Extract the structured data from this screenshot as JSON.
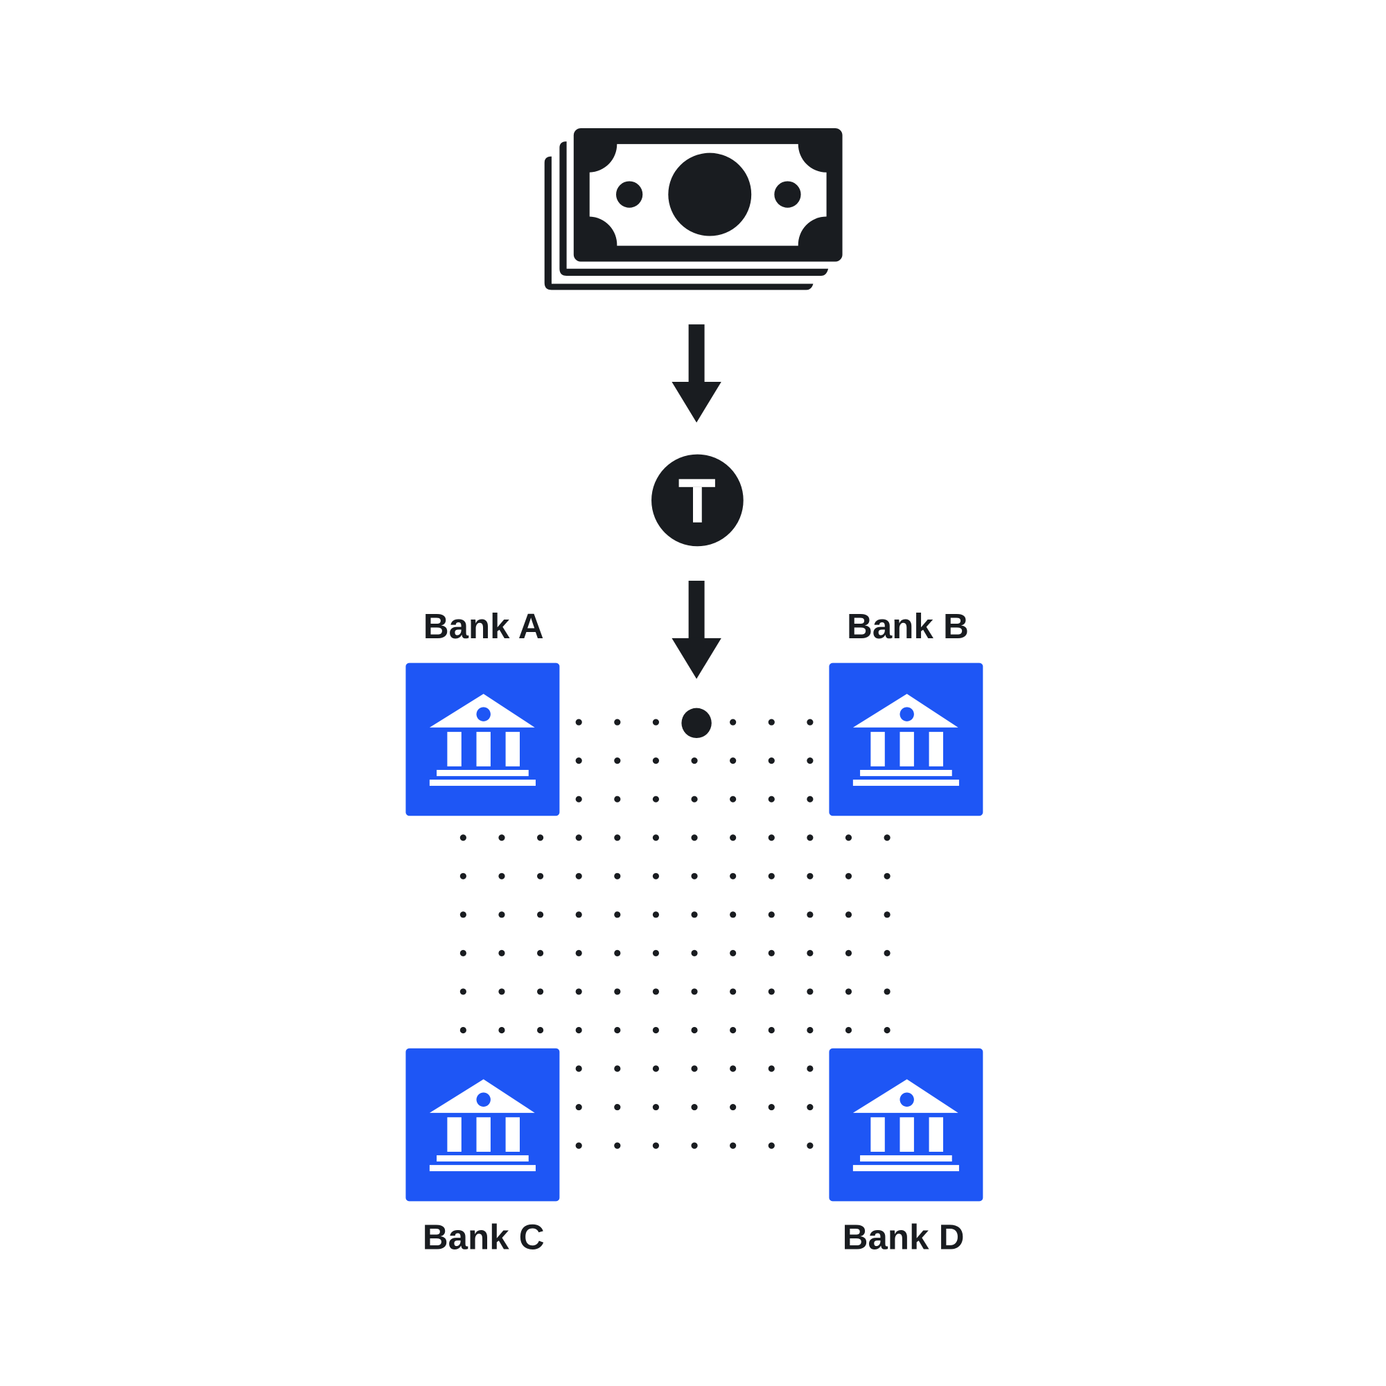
{
  "colors": {
    "dark": "#191c20",
    "blue": "#1e56f5",
    "background": "#ffffff"
  },
  "icons": {
    "cash": "cash-stack-icon",
    "token": "token-coin-icon",
    "bank": "bank-building-icon",
    "arrow": "arrow-down-icon"
  },
  "token": {
    "letter": "T"
  },
  "banks": [
    {
      "label": "Bank A"
    },
    {
      "label": "Bank B"
    },
    {
      "label": "Bank C"
    },
    {
      "label": "Bank D"
    }
  ]
}
